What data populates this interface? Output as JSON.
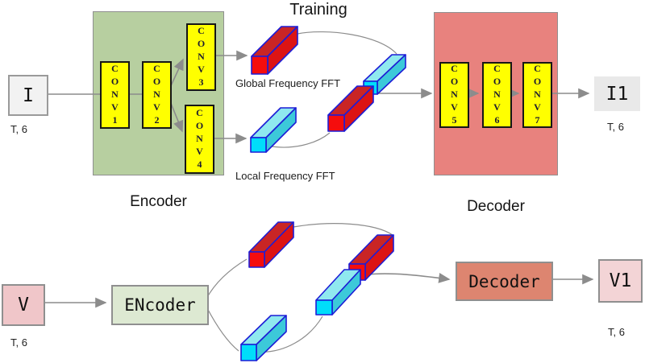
{
  "title": "Training",
  "top": {
    "input": {
      "label": "I",
      "dims": "T, 6"
    },
    "encoder": {
      "section_label": "Encoder",
      "convs": [
        "CONV1",
        "CONV2",
        "CONV3",
        "CONV4"
      ]
    },
    "features": {
      "global_label": "Global Frequency FFT",
      "local_label": "Local Frequency FFT"
    },
    "decoder": {
      "section_label": "Decoder",
      "convs": [
        "CONV5",
        "CONV6",
        "CONV7"
      ]
    },
    "output": {
      "label": "I1",
      "dims": "T, 6"
    }
  },
  "bottom": {
    "input": {
      "label": "V",
      "dims": "T, 6"
    },
    "encoder_box_label": "ENcoder",
    "decoder_box_label": "Decoder",
    "output": {
      "label": "V1",
      "dims": "T, 6"
    }
  },
  "colors": {
    "encoder_bg": "#b7cfa0",
    "decoder_bg": "#e8827e",
    "encoder_small_bg": "#dde9d2",
    "decoder_small_bg": "#dd8570",
    "conv_fill": "#ffff00",
    "conv_border": "#161616",
    "io_gray": "#f2f2f2",
    "io_pink": "#f0c6c9",
    "bar_outline": "#1d1dd6",
    "bar_red_front": "#f50d0d",
    "bar_red_top": "#c92525",
    "bar_red_side": "#dc1414",
    "bar_cyan_front": "#00ddfa",
    "bar_cyan_top": "#8fe9ef",
    "bar_cyan_side": "#3cc9d9",
    "line": "#8c8c8c"
  }
}
